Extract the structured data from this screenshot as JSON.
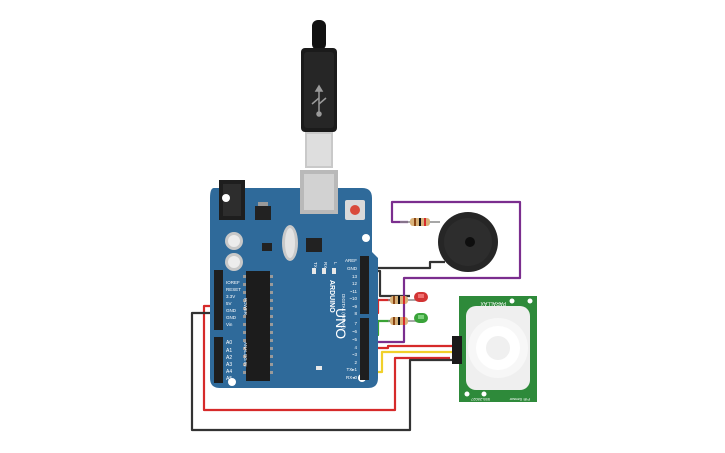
{
  "board": {
    "brand": "ARDUINO",
    "model": "UNO",
    "tx_label": "TX",
    "rx_label": "RX",
    "l_label": "L",
    "power_header_title": "POWER",
    "analog_header_title": "ANALOG IN",
    "digital_header_title": "DIGITAL (PWM~)",
    "power_pins": [
      "IOREF",
      "RESET",
      "3.3V",
      "5V",
      "GND",
      "GND",
      "Vin"
    ],
    "analog_pins": [
      "A0",
      "A1",
      "A2",
      "A3",
      "A4",
      "A5"
    ],
    "digital_pins": [
      "AREF",
      "GND",
      "13",
      "12",
      "~11",
      "~10",
      "~9",
      "8",
      "7",
      "~6",
      "~5",
      "4",
      "~3",
      "2",
      "TX▸1",
      "RX◂0"
    ]
  },
  "pir_sensor": {
    "top_label": "PARALLAX",
    "bottom_label_1": "PIR Sensor",
    "bottom_label_2": "555-28027",
    "bottom_label_3": "Rev B"
  },
  "colors": {
    "board": "#2f6a9a",
    "wire_red": "#d62a2a",
    "wire_black": "#333333",
    "wire_purple": "#7b2e8e",
    "wire_green": "#3aa335",
    "wire_yellow": "#f0d02a",
    "pir_board": "#2e8a3a",
    "led_red": "#d23434",
    "led_green": "#3aa33a"
  },
  "icons": [
    "usb-icon"
  ]
}
